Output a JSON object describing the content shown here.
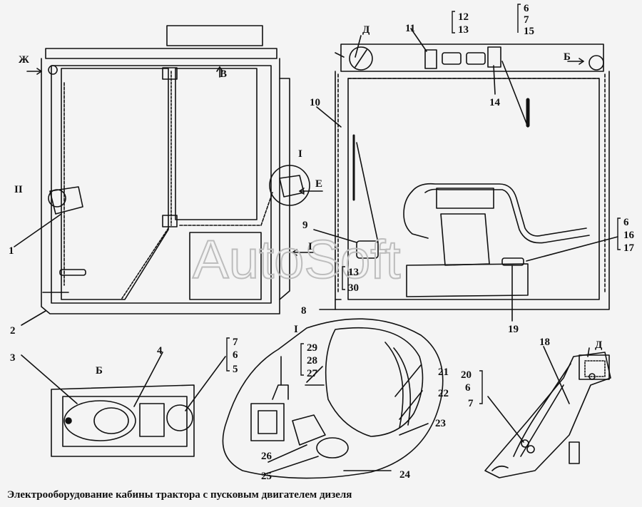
{
  "caption": "Электрооборудование кабины трактора с пусковым двигателем дизеля",
  "watermark": "AutoSoft",
  "callouts": {
    "zh": "Ж",
    "v": "В",
    "roman_1_top": "I",
    "roman_2": "II",
    "e": "Е",
    "roman_1_mid": "I",
    "d_top": "Д",
    "b_top": "Б",
    "n1": "1",
    "n2": "2",
    "n8": "8",
    "n9": "9",
    "n10": "10",
    "n11": "11",
    "n12": "12",
    "n13a": "13",
    "n6a": "6",
    "n7a": "7",
    "n15": "15",
    "n14": "14",
    "n13b": "13",
    "n30": "30",
    "n6b": "6",
    "n16": "16",
    "n17": "17",
    "n19": "19",
    "n3": "3",
    "b_detail": "Б",
    "n4": "4",
    "n7b": "7",
    "n6c": "6",
    "n5": "5",
    "roman_1_detail": "I",
    "n29": "29",
    "n28": "28",
    "n27": "27",
    "n21": "21",
    "n22": "22",
    "n23": "23",
    "n26": "26",
    "n25": "25",
    "n24": "24",
    "n18": "18",
    "d_detail": "Д",
    "n20": "20",
    "n6d": "6",
    "n7c": "7"
  }
}
